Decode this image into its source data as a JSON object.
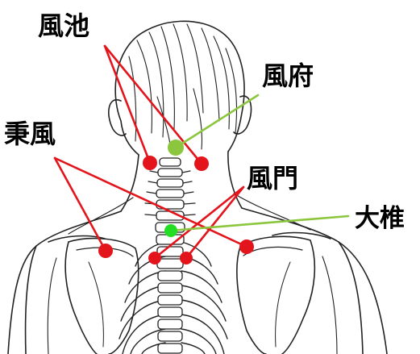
{
  "labels": {
    "fuchi": "風池",
    "fufu": "風府",
    "heifu": "秉風",
    "fumon": "風門",
    "daitsui": "大椎"
  },
  "colors": {
    "red_point": "#e3141b",
    "red_line": "#e3141b",
    "green_point": "#8cc63f",
    "green_line": "#8cc63f",
    "bright_green_point": "#22dd22",
    "outline": "#222222",
    "background": "#ffffff"
  }
}
